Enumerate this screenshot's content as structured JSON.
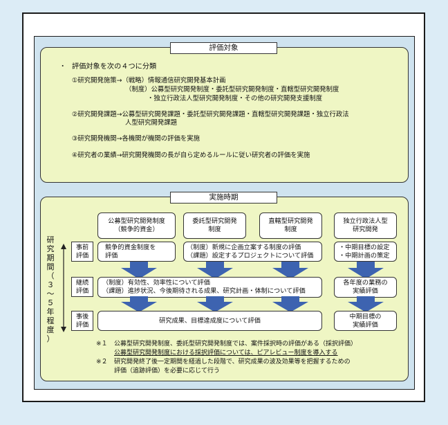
{
  "top_section": {
    "title": "評価対象",
    "bullet": "・",
    "heading": "評価対象を次の４つに分類",
    "lines": [
      "①研究開発施策→（戦略）情報通信研究開発基本計画",
      "（制度）公募型研究開発制度・委託型研究開発制度・直轄型研究開発制度",
      "・独立行政法人型研究開発制度・その他の研究開発支援制度",
      "②研究開発課題→公募型研究開発課題・委託型研究開発課題・直轄型研究開発課題・独立行政法",
      "人型研究開発課題",
      "③研究開発機関→各機関が機関の評価を実施",
      "④研究者の業績→研究開発機関の長が自ら定めるルールに従い研究者の評価を実施"
    ]
  },
  "bottom_section": {
    "title": "実施時期",
    "vertical_label": [
      "研",
      "究",
      "期",
      "間",
      "（",
      "３",
      "～",
      "５",
      "年",
      "程",
      "度",
      "）"
    ],
    "columns": [
      {
        "line1": "公募型研究開発制度",
        "line2": "（競争的資金）"
      },
      {
        "line1": "委託型研究開発",
        "line2": "制度"
      },
      {
        "line1": "直轄型研究開発",
        "line2": "制度"
      },
      {
        "line1": "独立行政法人型",
        "line2": "研究開発"
      }
    ],
    "stages": [
      {
        "line1": "事前",
        "line2": "評価"
      },
      {
        "line1": "継続",
        "line2": "評価"
      },
      {
        "line1": "事後",
        "line2": "評価"
      }
    ],
    "pre_eval": {
      "col1": [
        "競争的資金制度を",
        "評価"
      ],
      "col23": [
        "（制度）新規に企画立案する制度の評価",
        "（課題）設定するプロジェクトについて評価"
      ],
      "col4": [
        "・中期目標の設定",
        "・中期計画の策定"
      ]
    },
    "cont_eval": {
      "main": [
        "（制度）有効性、効率性について評価",
        "（課題）進捗状況、今後期待される成果、研究計画・体制について評価"
      ],
      "col4": [
        "各年度の業務の",
        "実績評価"
      ]
    },
    "post_eval": {
      "main": "研究成果、目標達成度について評価",
      "col4": [
        "中期目標の",
        "実績評価"
      ]
    },
    "notes": [
      {
        "mark": "※１",
        "text": "公募型研究開発制度、委託型研究開発制度では、案件採択時の評価がある（採択評価）"
      },
      {
        "mark": "",
        "text": "公募型研究開発制度における採択評価については、ピアレビュー制度を導入する"
      },
      {
        "mark": "※２",
        "text": "研究開発終了後一定期間を経過した段階で、研究成果の波及効果等を把握するための"
      },
      {
        "mark": "",
        "text": "評価（追跡評価）を必要に応じて行う"
      }
    ]
  },
  "colors": {
    "background": "#dcecf6",
    "frame": "#cfe3ef",
    "panel": "#eff6c4",
    "arrow": "#3d63b0"
  }
}
